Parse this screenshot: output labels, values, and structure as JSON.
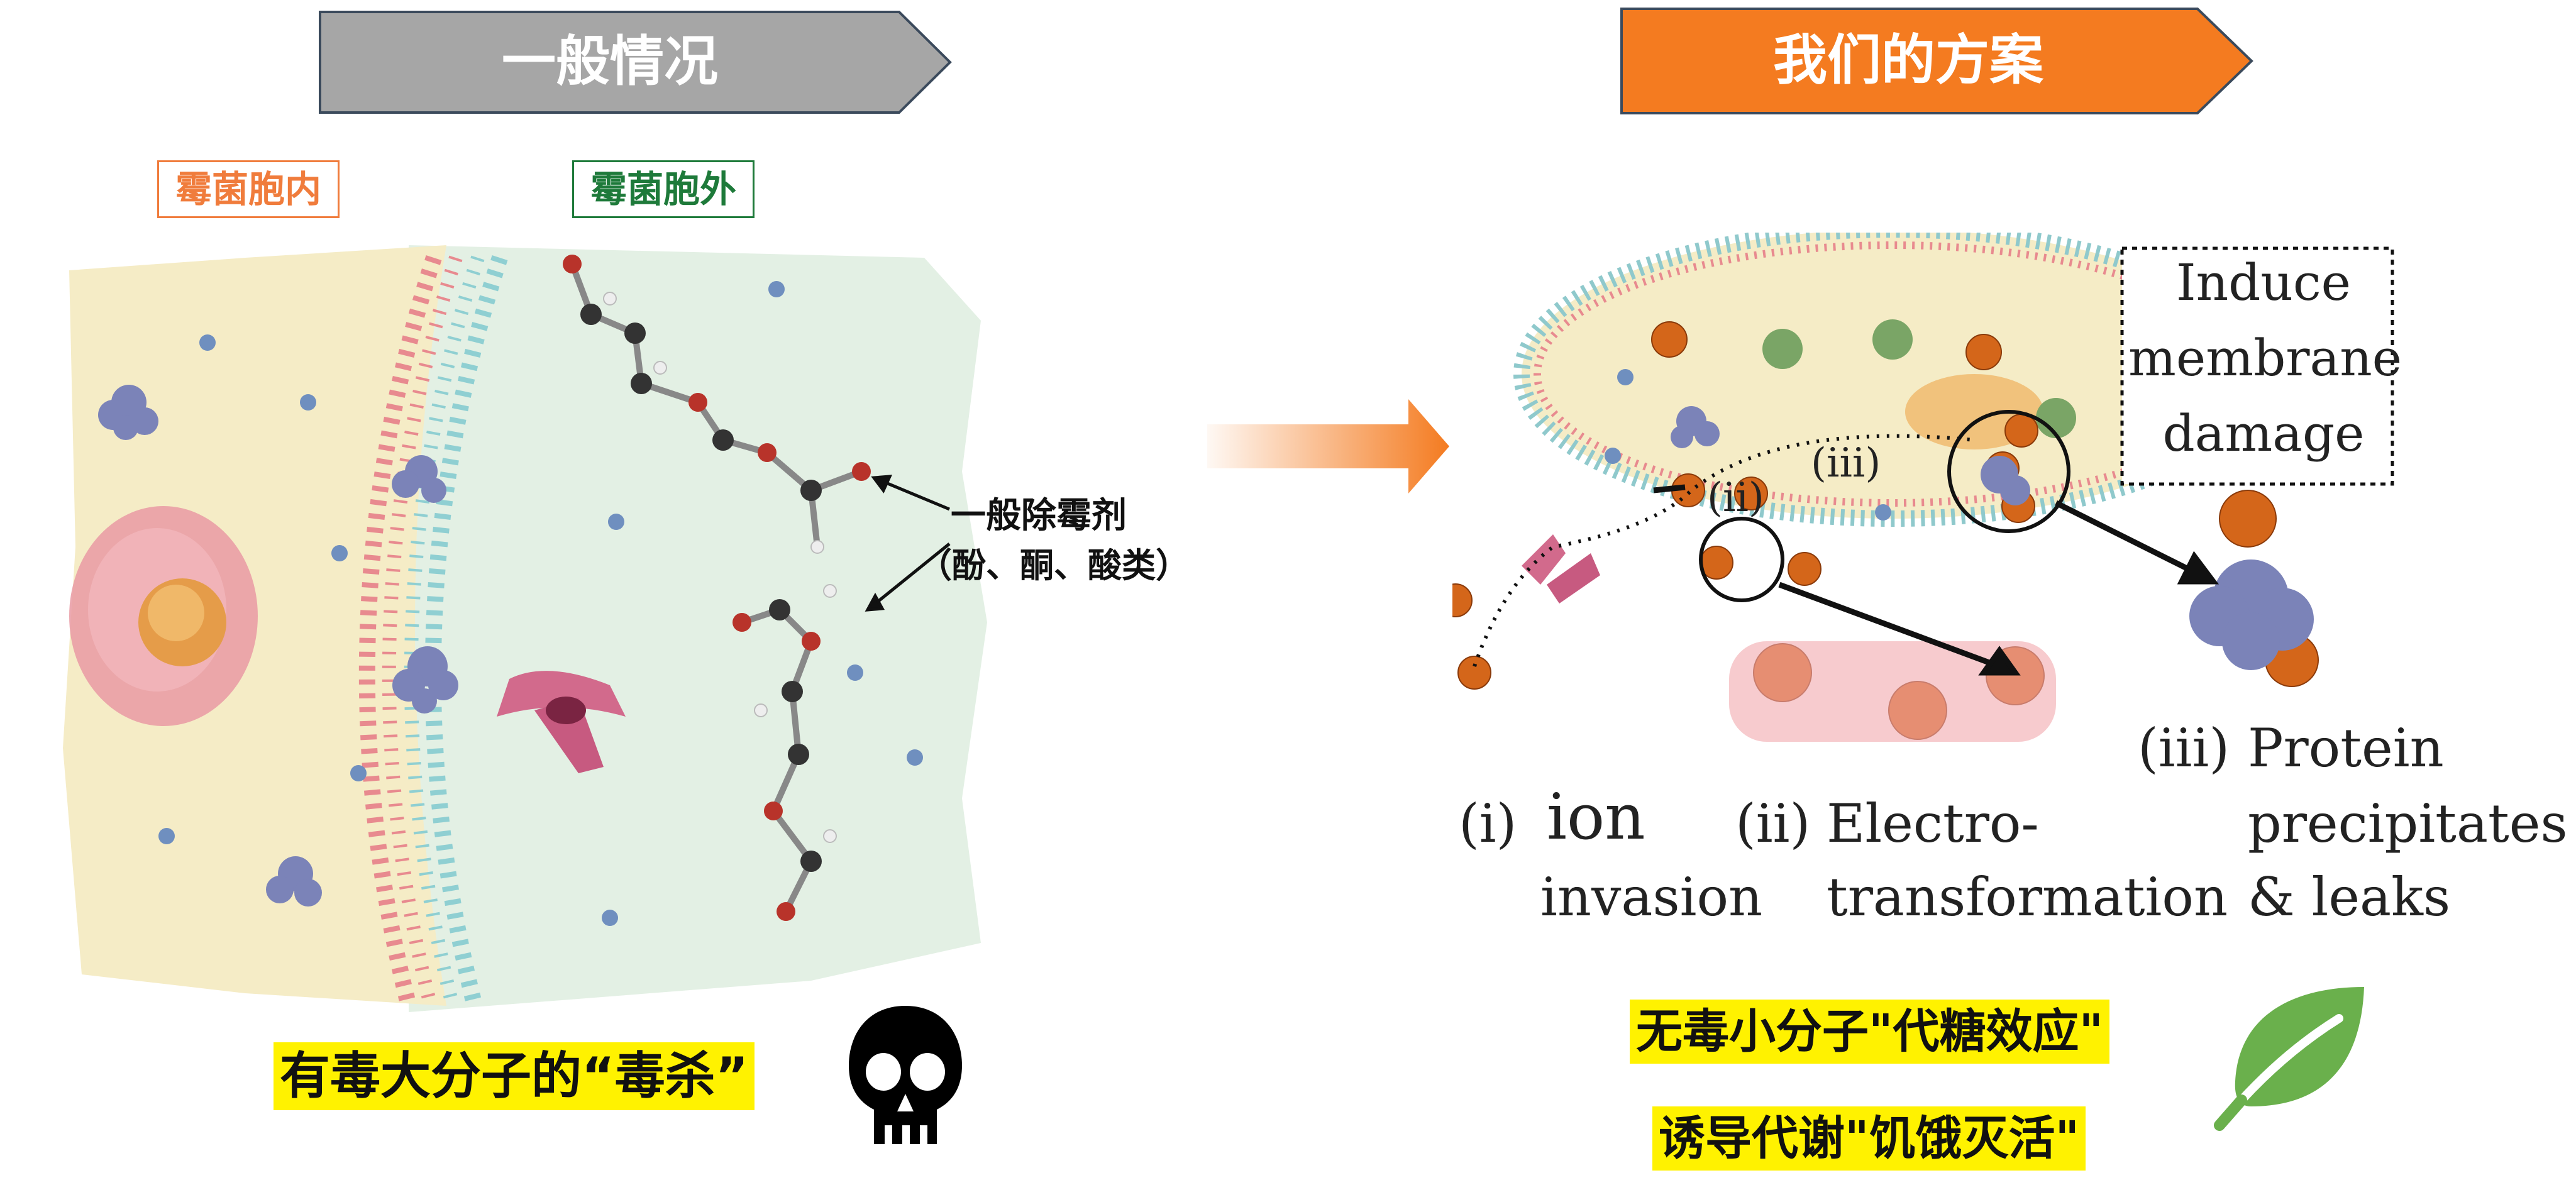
{
  "left_panel": {
    "banner": "一般情况",
    "label_inside": "霉菌胞内",
    "label_outside": "霉菌胞外",
    "agent_label": "一般除霉剂",
    "agent_types": "（酚、酮、酸类）",
    "caption": "有毒大分子的“毒杀”",
    "caption_icon": "skull-icon"
  },
  "right_panel": {
    "banner": "我们的方案",
    "induce_box": [
      "Induce",
      "membrane",
      "damage"
    ],
    "marker_ii": "(ii)",
    "marker_iii": "(iii)",
    "step1_num": "(i)",
    "step1_line1": "ion",
    "step1_line2": "invasion",
    "step2_num": "(ii)",
    "step2_line1": "Electro-",
    "step2_line2": "transformation",
    "step3_num": "(iii)",
    "step3_line1": "Protein",
    "step3_line2": "precipitates",
    "step3_line3": "& leaks",
    "caption_line1": "无毒小分子\"代糖效应\"",
    "caption_line2": "诱导代谢\"饥饿灭活\"",
    "caption_icon": "leaf-icon"
  },
  "colors": {
    "left_banner": "#a6a6a6",
    "right_banner": "#f47b20",
    "inside_label": "#f07c3c",
    "outside_label": "#1e7a3a",
    "highlight": "#fff200",
    "cell_inside": "#f5ecc6",
    "cell_outside": "#e3f0e4",
    "ion_orange": "#d4661a",
    "leaf_green": "#6ab04c"
  }
}
